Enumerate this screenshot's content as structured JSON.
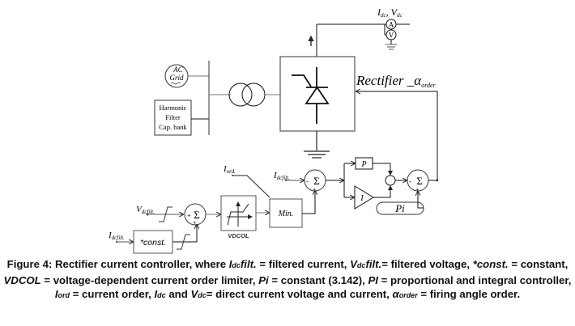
{
  "diagram": {
    "top": {
      "meter_label_main": "I",
      "meter_label_sub1": "dc",
      "meter_label_sep": ", V",
      "meter_label_sub2": "dc",
      "ammeter_glyph": "A",
      "voltmeter_glyph": "V"
    },
    "ac_grid": {
      "line1": "AC",
      "line2": "Grid"
    },
    "harmonic_filter": {
      "line1": "Harmonic",
      "line2": "Filter",
      "line3": "Cap. bank"
    },
    "rectifier": {
      "label": "Rectifier _",
      "alpha": "α",
      "alpha_sub": "order"
    },
    "controller": {
      "iord_main": "I",
      "iord_sub": "ord.",
      "idcfilt1_main": "I",
      "idcfilt1_sub": "dcfilt.",
      "vdcfilt_main": "V",
      "vdcfilt_sub": "dcfilt.",
      "idcfilt2_main": "I",
      "idcfilt2_sub": "dcfilt.",
      "const_label": "*const.",
      "vdcol_label": "VDCOL",
      "min_label": "Min.",
      "p_label": "P",
      "i_label": "I",
      "pi_label": "Pi",
      "sum_glyph": "Σ",
      "plus": "+",
      "minus": "-"
    }
  },
  "caption": {
    "p1": "Figure 4: Rectifier current controller, where ",
    "i1": "I",
    "i1s": "dc",
    "i1r": "filt.",
    "p2": " = filtered current, ",
    "v1": "V",
    "v1s": "dc",
    "v1r": "filt.",
    "p3": "= filtered voltage, ",
    "c1": "*const.",
    "p4": " = constant, ",
    "vdcol": "VDCOL",
    "p5": " = voltage-dependent current order limiter, ",
    "pi": "Pi",
    "p6": " = constant (3.142), ",
    "PI": "PI",
    "p7": " = proportional and integral controller, ",
    "iord": "I",
    "iords": "ord",
    "p8": " = current order, ",
    "idc": "I",
    "idcs": "dc",
    "p9": " and ",
    "vdc": "V",
    "vdcs": "dc",
    "p10": "= direct current voltage and current, ",
    "alpha": "α",
    "alphas": "order",
    "p11": " = firing angle order."
  }
}
